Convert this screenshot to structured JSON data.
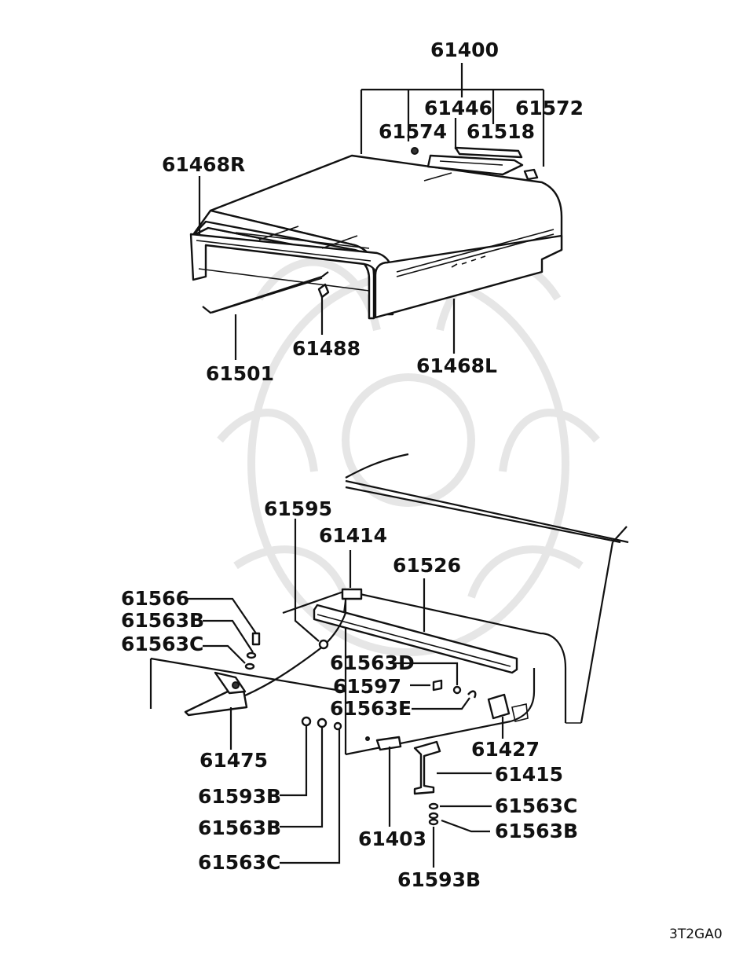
{
  "diagram": {
    "code": "3T2GA0",
    "labels": {
      "p61400": "61400",
      "p61446": "61446",
      "p61572": "61572",
      "p61574": "61574",
      "p61518": "61518",
      "p61468R": "61468R",
      "p61488": "61488",
      "p61501": "61501",
      "p61468L": "61468L",
      "p61595": "61595",
      "p61414": "61414",
      "p61526": "61526",
      "p61566": "61566",
      "p61563B_a": "61563B",
      "p61563C_a": "61563C",
      "p61563D": "61563D",
      "p61597": "61597",
      "p61563E": "61563E",
      "p61475": "61475",
      "p61427": "61427",
      "p61415": "61415",
      "p61593B_a": "61593B",
      "p61563C_b": "61563C",
      "p61563B_b": "61563B",
      "p61403": "61403",
      "p61563B_c": "61563B",
      "p61563C_c": "61563C",
      "p61593B_b": "61593B"
    }
  }
}
